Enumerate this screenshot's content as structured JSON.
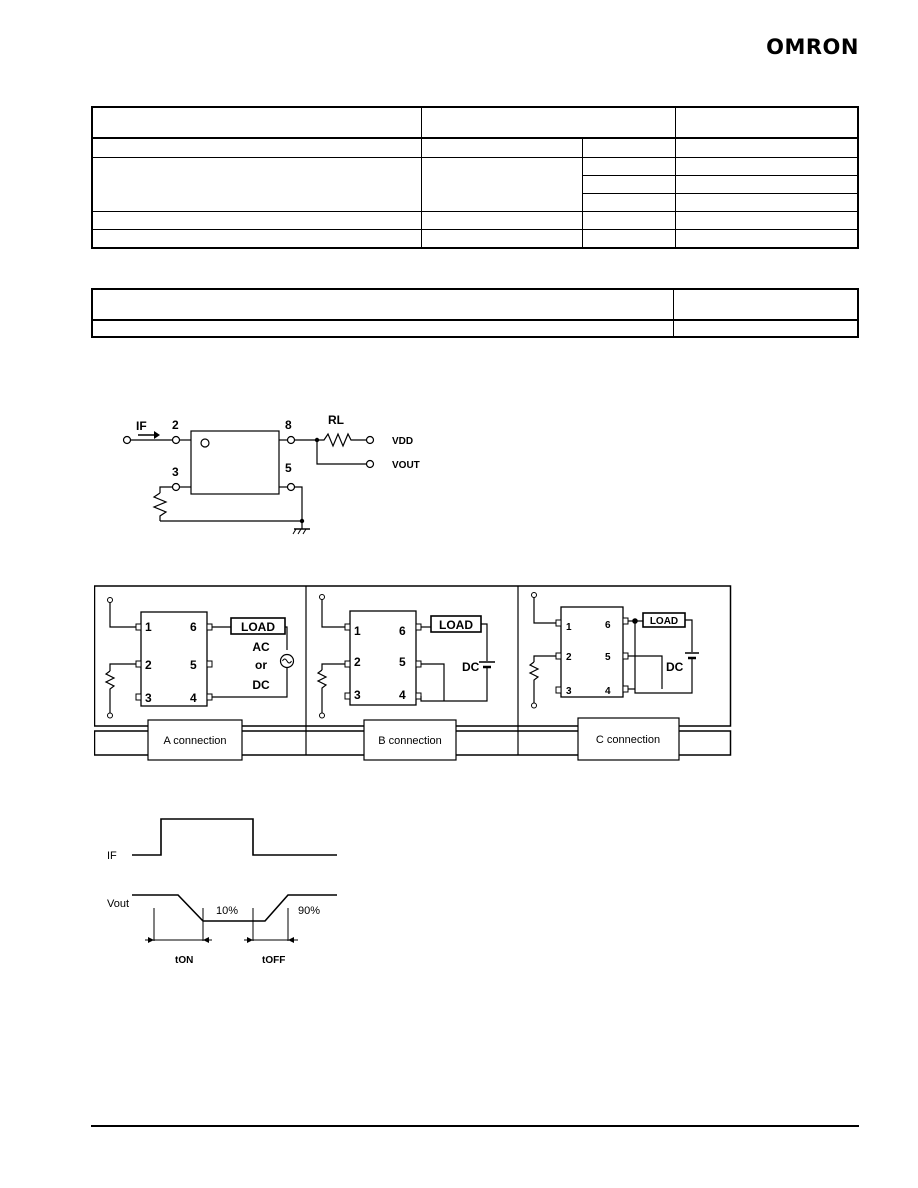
{
  "header": {
    "logo": "OMRON"
  },
  "circuit1": {
    "if_label": "IF",
    "pins": {
      "p2": "2",
      "p3": "3",
      "p8": "8",
      "p5": "5"
    },
    "rl_label": "RL",
    "vdd_label": "VDD",
    "vout_label": "VOUT"
  },
  "connections": {
    "a": {
      "caption": "A connection",
      "load": "LOAD",
      "supply_ac": "AC",
      "supply_or": "or",
      "supply_dc": "DC",
      "pins": [
        "1",
        "2",
        "3",
        "4",
        "5",
        "6"
      ]
    },
    "b": {
      "caption": "B connection",
      "load": "LOAD",
      "supply_dc": "DC",
      "pins": [
        "1",
        "2",
        "3",
        "4",
        "5",
        "6"
      ]
    },
    "c": {
      "caption": "C connection",
      "load": "LOAD",
      "supply_dc": "DC",
      "pins": [
        "1",
        "2",
        "3",
        "4",
        "5",
        "6"
      ]
    }
  },
  "timing": {
    "if_label": "IF",
    "vout_label": "Vout",
    "pct_10": "10%",
    "pct_90": "90%",
    "ton_label": "tON",
    "toff_label": "tOFF"
  }
}
